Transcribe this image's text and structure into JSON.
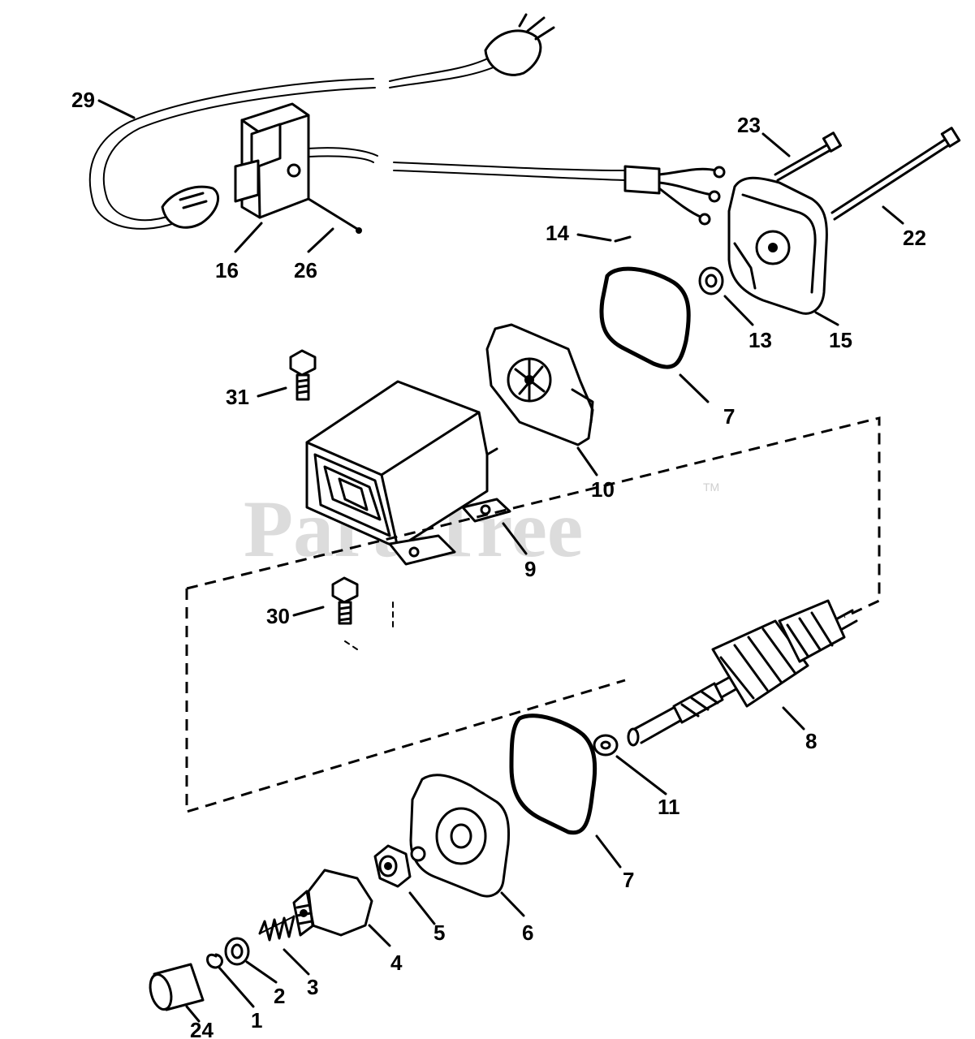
{
  "watermark": {
    "text": "PartsTree",
    "trademark": "TM"
  },
  "callouts": [
    {
      "id": "29",
      "part": "cord"
    },
    {
      "id": "16",
      "part": "switch-box"
    },
    {
      "id": "26",
      "part": "screw"
    },
    {
      "id": "23",
      "part": "bolt"
    },
    {
      "id": "22",
      "part": "long-bolt"
    },
    {
      "id": "14",
      "part": "small-screw"
    },
    {
      "id": "13",
      "part": "bushing"
    },
    {
      "id": "15",
      "part": "end-cap"
    },
    {
      "id": "7",
      "part": "gasket-upper"
    },
    {
      "id": "31",
      "part": "bolt-upper"
    },
    {
      "id": "10",
      "part": "brush-plate"
    },
    {
      "id": "9",
      "part": "housing"
    },
    {
      "id": "30",
      "part": "bolt-lower"
    },
    {
      "id": "8",
      "part": "armature"
    },
    {
      "id": "11",
      "part": "washer"
    },
    {
      "id": "7",
      "part": "gasket-lower"
    },
    {
      "id": "6",
      "part": "drive-end-cap"
    },
    {
      "id": "5",
      "part": "nut"
    },
    {
      "id": "4",
      "part": "drive-pinion"
    },
    {
      "id": "3",
      "part": "spring"
    },
    {
      "id": "2",
      "part": "retainer"
    },
    {
      "id": "1",
      "part": "clip"
    },
    {
      "id": "24",
      "part": "cap"
    }
  ]
}
